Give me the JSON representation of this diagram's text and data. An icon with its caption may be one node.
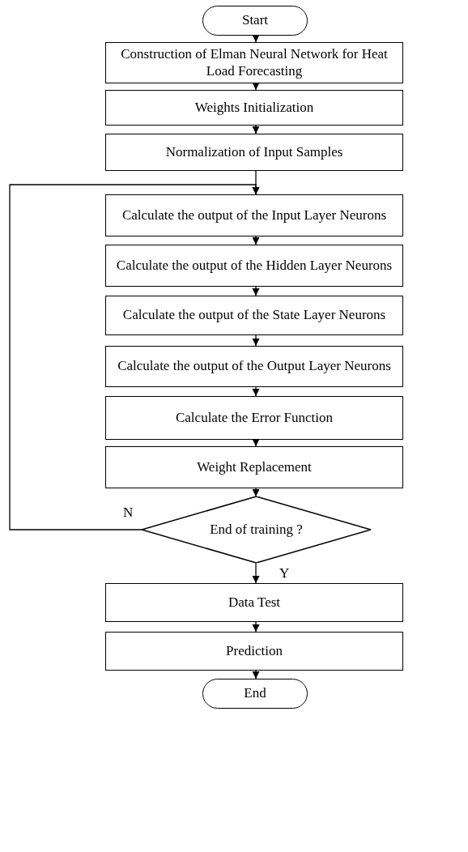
{
  "diagram": {
    "nodes": [
      {
        "text": [
          "Start"
        ]
      },
      {
        "text": [
          "Construction of Elman Neural Network for Heat Load Forecasting"
        ]
      },
      {
        "text": [
          "Weights Initialization"
        ]
      },
      {
        "text": [
          "Normalization of Input Samples"
        ]
      },
      {
        "text": [
          "Calculate the output of the Input Layer Neurons"
        ]
      },
      {
        "text": [
          "Calculate the output of the Hidden Layer Neurons"
        ]
      },
      {
        "text": [
          "Calculate the output of the State Layer Neurons"
        ]
      },
      {
        "text": [
          "Calculate the output of the Output Layer Neurons"
        ]
      },
      {
        "text": [
          "Calculate the Error Function"
        ]
      },
      {
        "text": [
          "Weight Replacement"
        ]
      },
      {
        "text": [
          "End of training ?"
        ]
      },
      {
        "text": [
          "Data Test"
        ]
      },
      {
        "text": [
          "Prediction"
        ]
      },
      {
        "text": [
          "End"
        ]
      }
    ],
    "edges": [
      {
        "from": 0,
        "to": 1,
        "arrow": "to"
      },
      {
        "from": 1,
        "to": 2,
        "arrow": "to"
      },
      {
        "from": 2,
        "to": 3,
        "arrow": "to"
      },
      {
        "from": 3,
        "to": 4,
        "arrow": "to"
      },
      {
        "from": 4,
        "to": 5,
        "arrow": "to"
      },
      {
        "from": 5,
        "to": 6,
        "arrow": "to"
      },
      {
        "from": 6,
        "to": 7,
        "arrow": "to"
      },
      {
        "from": 7,
        "to": 8,
        "arrow": "to"
      },
      {
        "from": 8,
        "to": 9,
        "arrow": "to"
      },
      {
        "from": 9,
        "to": 10,
        "arrow": "to"
      },
      {
        "from": 10,
        "to": 4,
        "label": "N",
        "arrow": "to"
      },
      {
        "from": 10,
        "to": 11,
        "label": "Y",
        "arrow": "to"
      },
      {
        "from": 11,
        "to": 12,
        "arrow": "to"
      },
      {
        "from": 12,
        "to": 13,
        "arrow": "to"
      }
    ]
  }
}
